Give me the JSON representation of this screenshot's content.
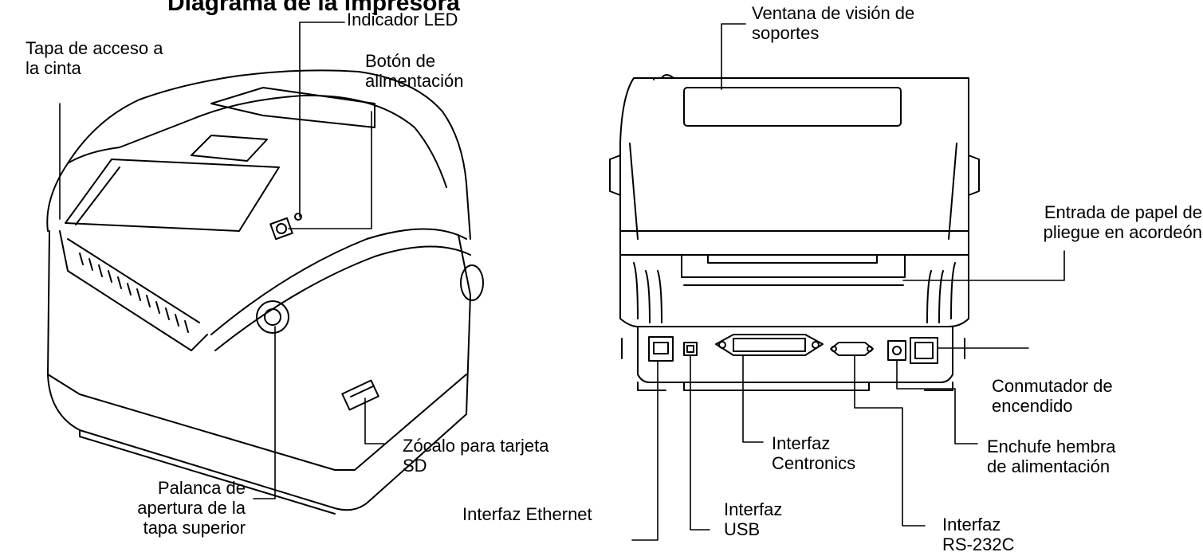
{
  "heading": "Diagrama de la impresora",
  "labels": {
    "tapa_acceso_cinta": "Tapa de acceso a\nla cinta",
    "indicador_led": "Indicador LED",
    "boton_alimentacion": "Botón de\nalimentación",
    "ventana_vision": "Ventana de visión de\nsoportes",
    "entrada_papel": "Entrada de papel de\npliegue en acordeón",
    "conmutador": "Conmutador de\nencendido",
    "enchufe": "Enchufe hembra\nde alimentación",
    "zocalo_sd": "Zócalo para tarjeta\nSD",
    "interfaz_centronics": "Interfaz\nCentronics",
    "palanca": "Palanca de\napertura de la\ntapa superior",
    "interfaz_ethernet": "Interfaz Ethernet",
    "interfaz_usb": "Interfaz\nUSB",
    "interfaz_rs232c": "Interfaz\nRS-232C"
  }
}
